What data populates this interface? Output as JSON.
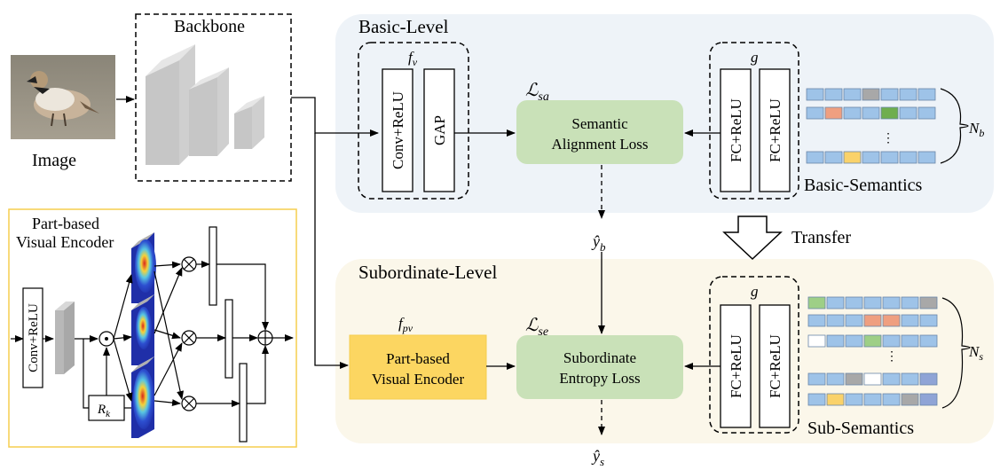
{
  "image_label": "Image",
  "backbone_label": "Backbone",
  "basic_panel": {
    "title": "Basic-Level",
    "fv_label": "f",
    "fv_sub": "v",
    "conv_label": "Conv+ReLU",
    "gap_label": "GAP",
    "loss_symbol": "ℒ",
    "loss_sub": "sa",
    "loss_line1": "Semantic",
    "loss_line2": "Alignment Loss",
    "g_label": "g",
    "fc1_label": "FC+ReLU",
    "fc2_label": "FC+ReLU",
    "semantics_label": "Basic-Semantics",
    "n_label": "N",
    "n_sub": "b",
    "dots": "⋮",
    "output_hat": "ŷ",
    "output_sub": "b"
  },
  "transfer_label": "Transfer",
  "sub_panel": {
    "title": "Subordinate-Level",
    "fpv_label": "f",
    "fpv_sub": "pv",
    "encoder_line1": "Part-based",
    "encoder_line2": "Visual Encoder",
    "loss_symbol": "ℒ",
    "loss_sub": "se",
    "loss_line1": "Subordinate",
    "loss_line2": "Entropy Loss",
    "g_label": "g",
    "fc1_label": "FC+ReLU",
    "fc2_label": "FC+ReLU",
    "semantics_label": "Sub-Semantics",
    "n_label": "N",
    "n_sub": "s",
    "dots": "⋮",
    "output_hat": "ŷ",
    "output_sub": "s"
  },
  "encoder_detail": {
    "title_line1": "Part-based",
    "title_line2": "Visual Encoder",
    "conv_label": "Conv+ReLU",
    "rk_label": "R",
    "rk_sub": "k",
    "dot_op": "⊙",
    "mult_op": "⊗",
    "sum_op": "⊕"
  },
  "colors": {
    "basic_bg": "#eef3f8",
    "sub_bg": "#fbf7ea",
    "loss_box": "#c9e1b8",
    "encoder_box": "#fcd661",
    "encoder_border": "#f5cd4e",
    "cell_blue": "#9ec3e8",
    "cell_orange": "#ef9f80",
    "cell_green": "#6fae4e",
    "cell_gray": "#a8a8a8",
    "cell_yellow": "#fad26a",
    "cell_lightgreen": "#9ecf86",
    "cell_darkblue": "#8fa4d6"
  }
}
